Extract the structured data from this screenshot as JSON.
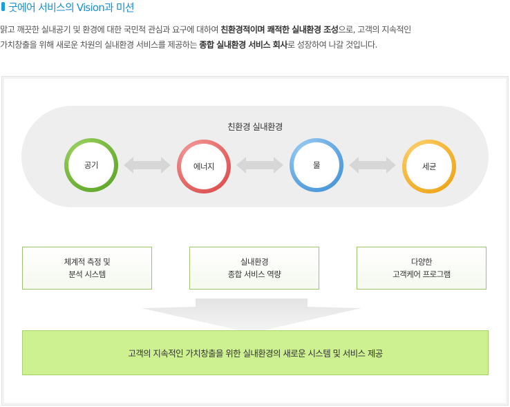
{
  "header": {
    "title": "굿에어 서비스의 Vision과 미션"
  },
  "intro": {
    "line1_a": "맑고 깨끗한 실내공기 및 환경에 대한 국민적 관심과 요구에 대하여 ",
    "line1_b": "친환경적이며 쾌적한 실내환경 조성",
    "line1_c": "으로, 고객의 지속적인",
    "line2_a": "가치창출을 위해 새로운 차원의 실내환경 서비스를 제공하는 ",
    "line2_b": "종합 실내환경 서비스 회사",
    "line2_c": "로 성장하여 나갈 것입니다."
  },
  "diagram": {
    "group_title": "친환경 실내환경",
    "circles": [
      {
        "label": "공기",
        "color": "#5ba423"
      },
      {
        "label": "에너지",
        "color": "#e04848"
      },
      {
        "label": "물",
        "color": "#3b8fd8"
      },
      {
        "label": "세균",
        "color": "#f0a500"
      }
    ],
    "boxes": [
      {
        "line1": "체계적 측정 및",
        "line2": "분석 시스템"
      },
      {
        "line1": "실내환경",
        "line2": "종합 서비스 역량"
      },
      {
        "line1": "다양한",
        "line2": "고객케어 프로그램"
      }
    ],
    "result": "고객의 지속적인 가치창출을 위한 실내환경의 새로운 시스템 및 서비스 제공"
  }
}
